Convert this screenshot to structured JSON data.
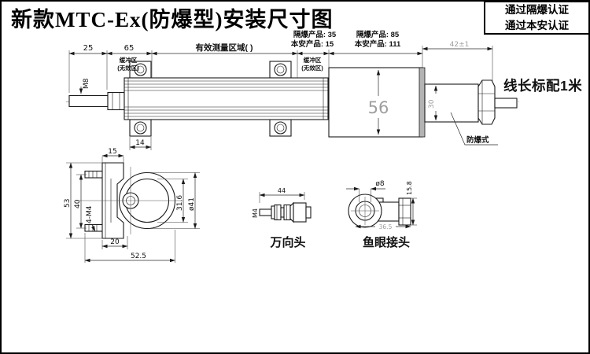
{
  "title": "新款MTC-Ex(防爆型)安装尺寸图",
  "certifications": {
    "line1": "通过隔爆认证",
    "line2": "通过本安认证"
  },
  "main_view": {
    "dim_25": "25",
    "dim_65": "65",
    "effective_range_label": "有效测量区域(      )",
    "buffer_zone_line1": "缓冲区",
    "buffer_zone_line2": "(无效区)",
    "flameproof_product_left": "隔爆产品: 35",
    "intrinsic_safe_product_left": "本安产品: 15",
    "flameproof_product_right": "隔爆产品: 85",
    "intrinsic_safe_product_right": "本安产品: 111",
    "dim_42": "42±1",
    "rod_thread": "M8",
    "dim_14": "14",
    "dim_15": "15",
    "dim_56": "56",
    "dim_30": "30",
    "cable_note": "线长标配1米",
    "explosion_proof_label": "防爆式"
  },
  "bracket_view": {
    "dim_53": "53",
    "dim_40": "40",
    "screw_spec": "4-M4",
    "dim_31_6": "31.6",
    "dim_41": "ø41",
    "dim_20": "20",
    "dim_52_5": "52.5"
  },
  "universal_joint": {
    "label": "万向头",
    "dim_44": "44",
    "thread": "M4"
  },
  "fisheye_joint": {
    "label": "鱼眼接头",
    "dim_8": "ø8",
    "dim_15_8": "15.8",
    "dim_36_5": "36.5"
  },
  "colors": {
    "line": "#1a1a1a",
    "dim_gray": "#9e9e9e",
    "flange_gray": "#b3b3b3"
  }
}
